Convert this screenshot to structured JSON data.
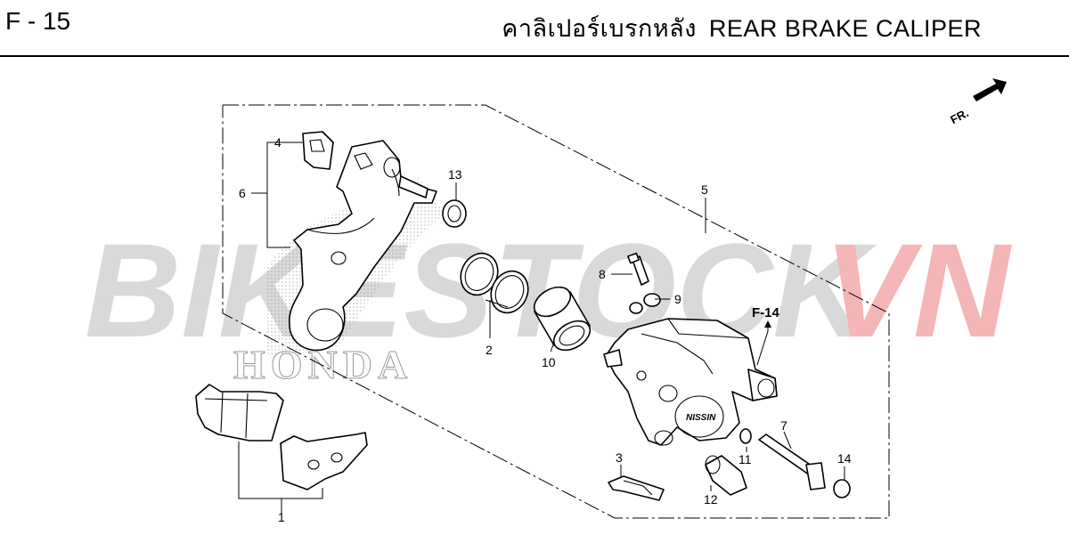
{
  "header": {
    "page_code": "F - 15",
    "title_th": "คาลิเปอร์เบรกหลัง",
    "title_en": "REAR BRAKE CALIPER"
  },
  "watermark": {
    "text_main": "BIKESTOCK",
    "text_accent": "VN",
    "sub_text": "HONDA",
    "accent_color": "#f4b6b6",
    "main_color": "#d9d9d9"
  },
  "direction_marker": {
    "label": "FR."
  },
  "reference": {
    "label": "F-14"
  },
  "callouts": [
    {
      "id": "c1",
      "label": "1"
    },
    {
      "id": "c2",
      "label": "2"
    },
    {
      "id": "c3",
      "label": "3"
    },
    {
      "id": "c4",
      "label": "4"
    },
    {
      "id": "c5",
      "label": "5"
    },
    {
      "id": "c6",
      "label": "6"
    },
    {
      "id": "c7",
      "label": "7"
    },
    {
      "id": "c8",
      "label": "8"
    },
    {
      "id": "c9",
      "label": "9"
    },
    {
      "id": "c10",
      "label": "10"
    },
    {
      "id": "c11",
      "label": "11"
    },
    {
      "id": "c12",
      "label": "12"
    },
    {
      "id": "c13",
      "label": "13"
    },
    {
      "id": "c14",
      "label": "14"
    }
  ],
  "caliper_brand": "NISSIN"
}
